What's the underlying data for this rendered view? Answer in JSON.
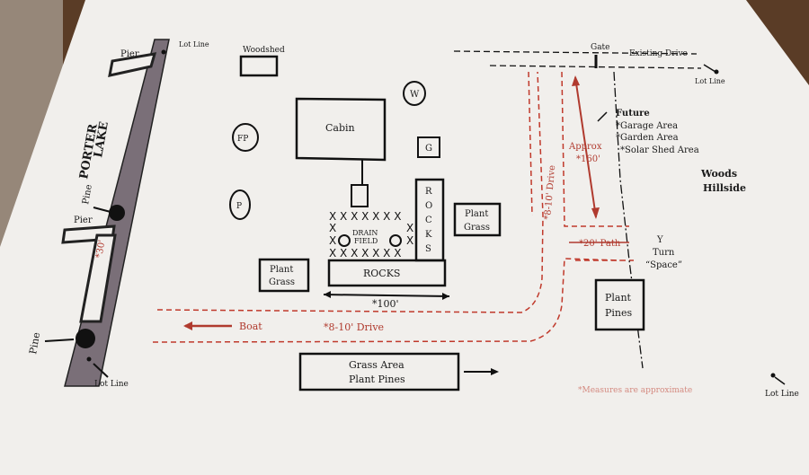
{
  "lake": {
    "line1": "PORTER",
    "line2": "LAKE"
  },
  "labels": {
    "lot_line_top": "Lot Line",
    "lot_line_bottom": "Lot Line",
    "lot_line_right_top": "Lot Line",
    "lot_line_right_bottom": "Lot Line",
    "pier_top": "Pier",
    "pier_middle": "Pier",
    "pine_top": "Pine",
    "pine_bottom": "Pine",
    "dock_length": "*30'",
    "woodshed": "Woodshed",
    "well": "W",
    "cabin": "Cabin",
    "fire_pit": "FP",
    "garage_box": "G",
    "propane": "P",
    "drain_field_1": "DRAIN",
    "drain_field_2": "FIELD",
    "rocks_vertical": [
      "R",
      "O",
      "C",
      "K",
      "S"
    ],
    "rocks_horizontal": "ROCKS",
    "plant_grass_left_1": "Plant",
    "plant_grass_left_2": "Grass",
    "plant_grass_right_1": "Plant",
    "plant_grass_right_2": "Grass",
    "dim_100": "*100'",
    "boat": "Boat",
    "drive_lower": "*8-10' Drive",
    "drive_vertical": "*8-10' Drive",
    "grass_area_1": "Grass Area",
    "grass_area_2": "Plant Pines",
    "gate": "Gate",
    "existing_drive": "Existing Drive",
    "future_title": "Future",
    "future_items": [
      "*Garage Area",
      "*Garden Area",
      "*Solar Shed Area"
    ],
    "approx_1": "Approx",
    "approx_2": "*160'",
    "woods_1": "Woods",
    "woods_2": "Hillside",
    "dim_20": "*20' Path",
    "y_turn_1": "Y",
    "y_turn_2": "Turn",
    "y_turn_3": "“Space”",
    "plant_pines_1": "Plant",
    "plant_pines_2": "Pines",
    "footnote": "*Measures are approximate"
  }
}
